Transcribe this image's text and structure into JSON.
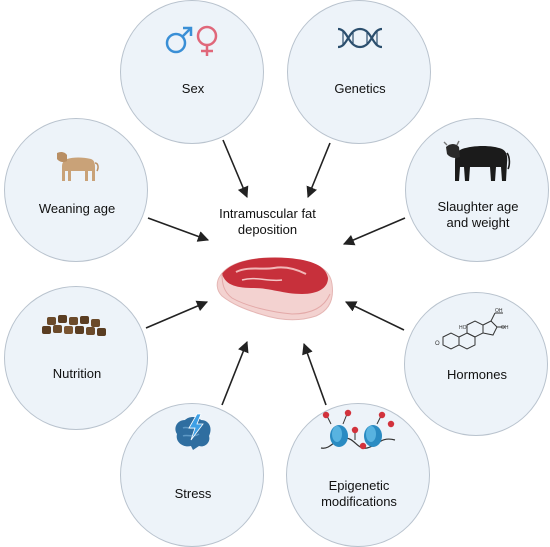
{
  "center": {
    "label_line1": "Intramuscular fat",
    "label_line2": "deposition",
    "icon": "steak-icon"
  },
  "factors": {
    "sex": {
      "label": "Sex",
      "icon": "male-female-symbols-icon",
      "colors": {
        "male": "#3a8fd6",
        "female": "#e0677a"
      }
    },
    "genetics": {
      "label": "Genetics",
      "icon": "dna-helix-icon"
    },
    "weaning_age": {
      "label": "Weaning age",
      "icon": "calf-icon"
    },
    "slaughter": {
      "label_line1": "Slaughter age",
      "label_line2": "and weight",
      "icon": "cow-icon"
    },
    "nutrition": {
      "label": "Nutrition",
      "icon": "feed-pellets-icon"
    },
    "hormones": {
      "label": "Hormones",
      "icon": "steroid-structure-icon"
    },
    "stress": {
      "label": "Stress",
      "icon": "brain-lightning-icon"
    },
    "epigenetic": {
      "label_line1": "Epigenetic",
      "label_line2": "modifications",
      "icon": "chromatin-methylation-icon"
    }
  },
  "colors": {
    "circle_fill": "#edf3f9",
    "circle_border": "#b9c3ce",
    "arrow": "#222222",
    "meat": "#c7303b",
    "fat": "#f6d6d4",
    "brain": "#2f6ea0",
    "bolt": "#3ea0e6"
  }
}
